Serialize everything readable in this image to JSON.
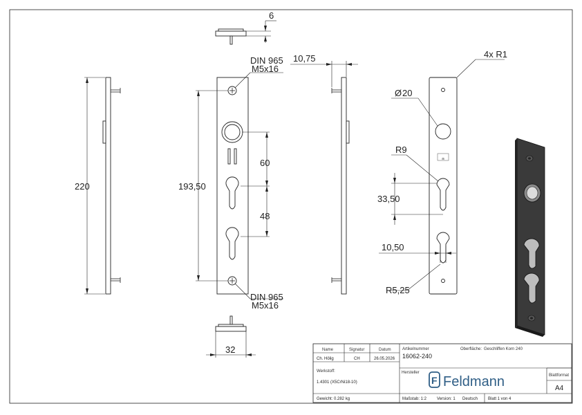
{
  "dimensions": {
    "thickness_top": "6",
    "din_top_line1": "DIN 965",
    "din_top_line2": "M5x16",
    "din_bottom_line1": "DIN 965",
    "din_bottom_line2": "M5x16",
    "overall_height": "220",
    "screw_spacing": "193,50",
    "dim_60": "60",
    "dim_48": "48",
    "bottom_width": "32",
    "side_offset": "10,75",
    "corner_radius": "4x R1",
    "hole_diameter": "20",
    "diameter_symbol": "Ø",
    "radius_r9": "R9",
    "dim_33_50": "33,50",
    "dim_10_50": "10,50",
    "radius_r5_25": "R5,25"
  },
  "title_block": {
    "col_name": "Name",
    "col_signatur": "Signatur",
    "col_datum": "Datum",
    "name_value": "Ch. Hölig",
    "signatur_value": "CH",
    "datum_value": "26.05.2026",
    "artikel_label": "Artikelnummer",
    "artikel_value": "16062-240",
    "oberflaeche_label": "Oberfläche:",
    "oberflaeche_value": "Geschliffen Korn 240",
    "werkstoff_label": "Werkstoff:",
    "werkstoff_value": "1.4301 (X5CrNi18-10)",
    "hersteller_label": "Hersteller",
    "brand_name": "Feldmann",
    "logo_letter": "F",
    "blattformat_label": "Blattformat",
    "blattformat_value": "A4",
    "gewicht": "Gewicht: 0.282 kg",
    "massstab": "Maßstab: 1:2",
    "version": "Version: 1",
    "sprache": "Deutsch",
    "blatt": "Blatt 1 von 4"
  }
}
